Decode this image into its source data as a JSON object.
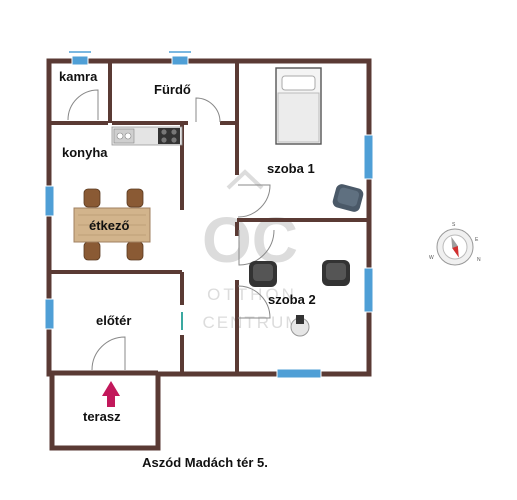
{
  "rooms": {
    "kamra": "kamra",
    "furdo": "Fürdő",
    "konyha": "konyha",
    "etkezo": "étkező",
    "szoba1": "szoba 1",
    "szoba2": "szoba 2",
    "eloter": "előtér",
    "terasz": "terasz"
  },
  "watermark": {
    "logo": "OC",
    "line1": "OTTHON",
    "line2": "CENTRUM"
  },
  "address": "Aszód Madách tér 5.",
  "compass": {
    "n": "N",
    "s": "S",
    "e": "E",
    "w": "W"
  },
  "colors": {
    "wall": "#5a3a34",
    "window": "#4f9fd6",
    "entry_arrow": "#c2185b",
    "compass_needle": "#d32f2f"
  }
}
